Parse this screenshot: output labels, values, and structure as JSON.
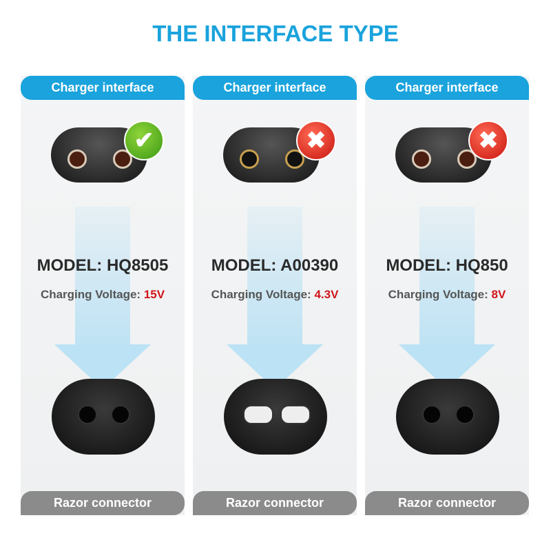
{
  "title": "THE INTERFACE TYPE",
  "columns": [
    {
      "header": "Charger interface",
      "model": "MODEL: HQ8505",
      "voltage_label": "Charging Voltage:",
      "voltage": "15V",
      "compatible": true,
      "badge": "✔",
      "footer": "Razor connector"
    },
    {
      "header": "Charger interface",
      "model": "MODEL: A00390",
      "voltage_label": "Charging Voltage:",
      "voltage": "4.3V",
      "compatible": false,
      "badge": "✖",
      "footer": "Razor connector"
    },
    {
      "header": "Charger interface",
      "model": "MODEL: HQ850",
      "voltage_label": "Charging Voltage:",
      "voltage": "8V",
      "compatible": false,
      "badge": "✖",
      "footer": "Razor connector"
    }
  ],
  "colors": {
    "accent": "#1aa3dc",
    "voltage": "#d0141a",
    "footer": "#8b8b8b"
  }
}
